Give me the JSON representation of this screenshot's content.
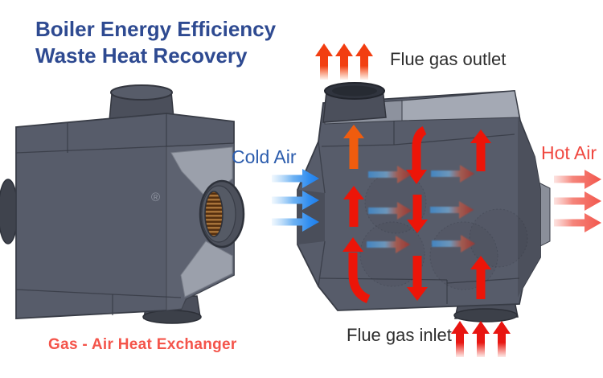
{
  "title": {
    "line1": "Boiler Energy Efficiency",
    "line2": "Waste Heat Recovery"
  },
  "caption": "Gas - Air Heat Exchanger",
  "flow_labels": {
    "flue_gas_outlet": "Flue gas outlet",
    "flue_gas_inlet": "Flue gas inlet",
    "cold_air": "Cold Air",
    "hot_air": "Hot Air"
  },
  "machines": {
    "left": {
      "watermark": "®"
    }
  },
  "icons": {
    "flue_gas_outlet_arrows": "three-up-arrows",
    "flue_gas_inlet_arrows": "three-up-arrows",
    "cold_air_arrows": "three-right-arrows",
    "hot_air_arrows": "three-right-arrows",
    "internal_flue_arrows": "up-and-down-red-arrows",
    "heat_transfer_arrows": "blue-to-red-right-arrows"
  },
  "colors": {
    "title-blue": "#2e4a91",
    "caption-red": "#f4544a",
    "label-dark": "#2d2d2d",
    "cold-air-blue": "#2b5cad",
    "hot-air-red": "#f04840",
    "arrow-red": "#ec1508",
    "arrow-orange": "#f05c0e",
    "flue-outlet-orange": "#f23c10",
    "flue-inlet-red": "#e81410",
    "cold-arrow-blue": "#2f8cf0",
    "hot-arrow-salmon": "#f4736b",
    "body-gray": "#575c6a",
    "panel-light": "#9ba0ab"
  }
}
